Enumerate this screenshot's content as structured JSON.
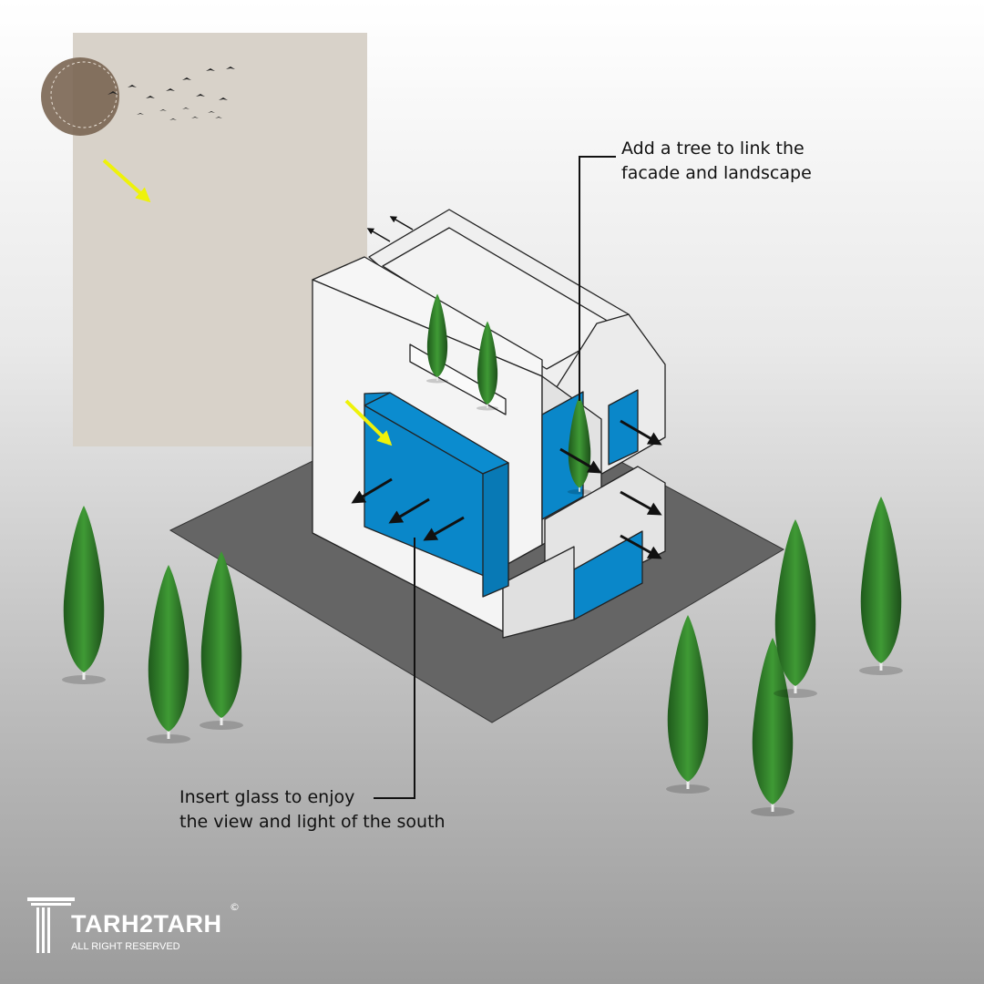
{
  "annotations": {
    "tree_note": [
      "Add a tree to link the",
      "facade and landscape"
    ],
    "glass_note": [
      "Insert glass to enjoy",
      "the view and light of the south"
    ]
  },
  "logo": {
    "name": "TARH2TARH",
    "tagline": "ALL RIGHT RESERVED",
    "copyright": "©"
  },
  "colors": {
    "glass": "#0a87c9",
    "ground": "#656565",
    "panel": "#d8d2c9",
    "sun_arrow": "#eef20a",
    "tree": "#2f7a2a"
  }
}
